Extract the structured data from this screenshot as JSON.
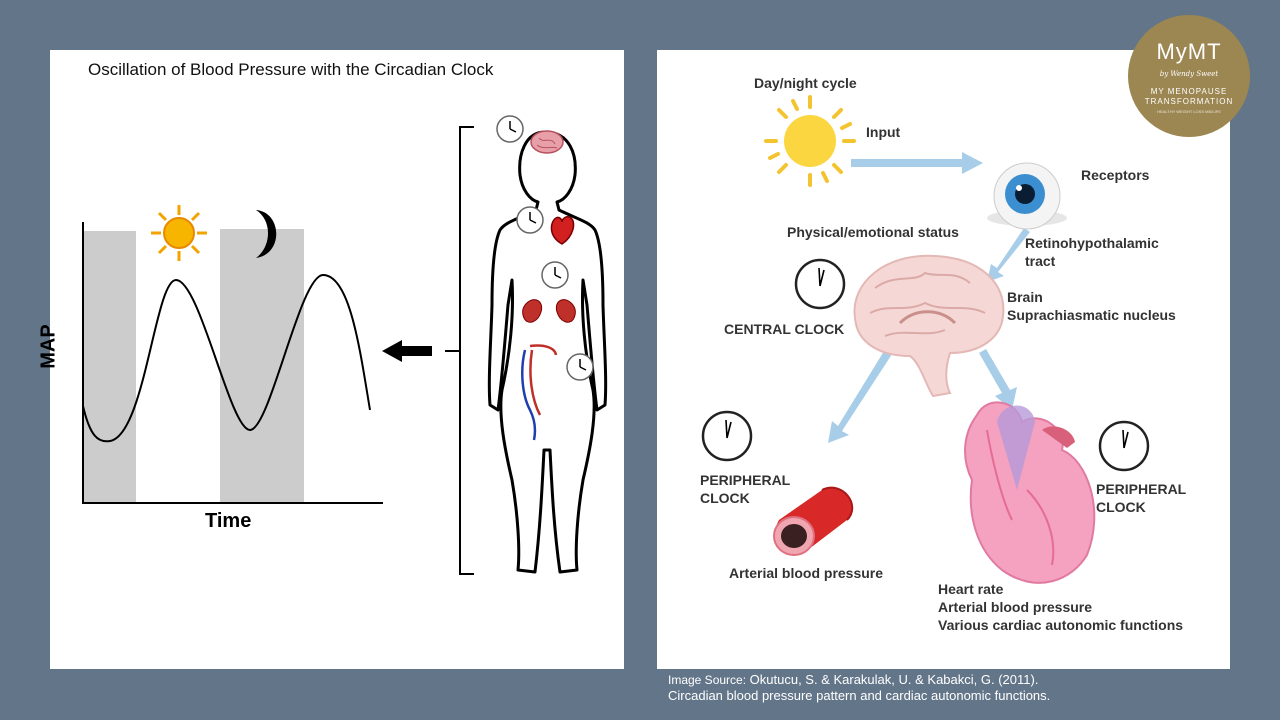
{
  "left": {
    "title": "Oscillation of Blood Pressure  with the Circadian Clock",
    "y_axis_label": "MAP",
    "x_axis_label": "Time"
  },
  "right": {
    "day_night_cycle": "Day/night cycle",
    "input": "Input",
    "receptors": "Receptors",
    "physical_emotional": "Physical/emotional status",
    "retino": "Retinohypothalamic\ntract",
    "brain": "Brain\nSuprachiasmatic nucleus",
    "central_clock": "CENTRAL CLOCK",
    "peripheral_clock_left": "PERIPHERAL\nCLOCK",
    "peripheral_clock_right": "PERIPHERAL\nCLOCK",
    "arterial_bp": "Arterial blood pressure",
    "heart_list": "Heart rate\nArterial blood pressure\nVarious cardiac autonomic functions"
  },
  "logo": {
    "main": "MyMT",
    "by": "by Wendy Sweet",
    "line1": "MY MENOPAUSE",
    "line2": "TRANSFORMATION",
    "tiny": "HEALTHY WEIGHT LOSS MIDLIFE"
  },
  "source": {
    "label": "Image Source:",
    "citation_1": " Okutucu, S. & Karakulak, U. & Kabakci, G. (2011).",
    "citation_2": "Circadian blood pressure pattern and cardiac autonomic functions."
  },
  "colors": {
    "background": "#637589",
    "logo": "#9c8651",
    "arrow": "#a7cde8",
    "night_band": "#cccccc"
  }
}
